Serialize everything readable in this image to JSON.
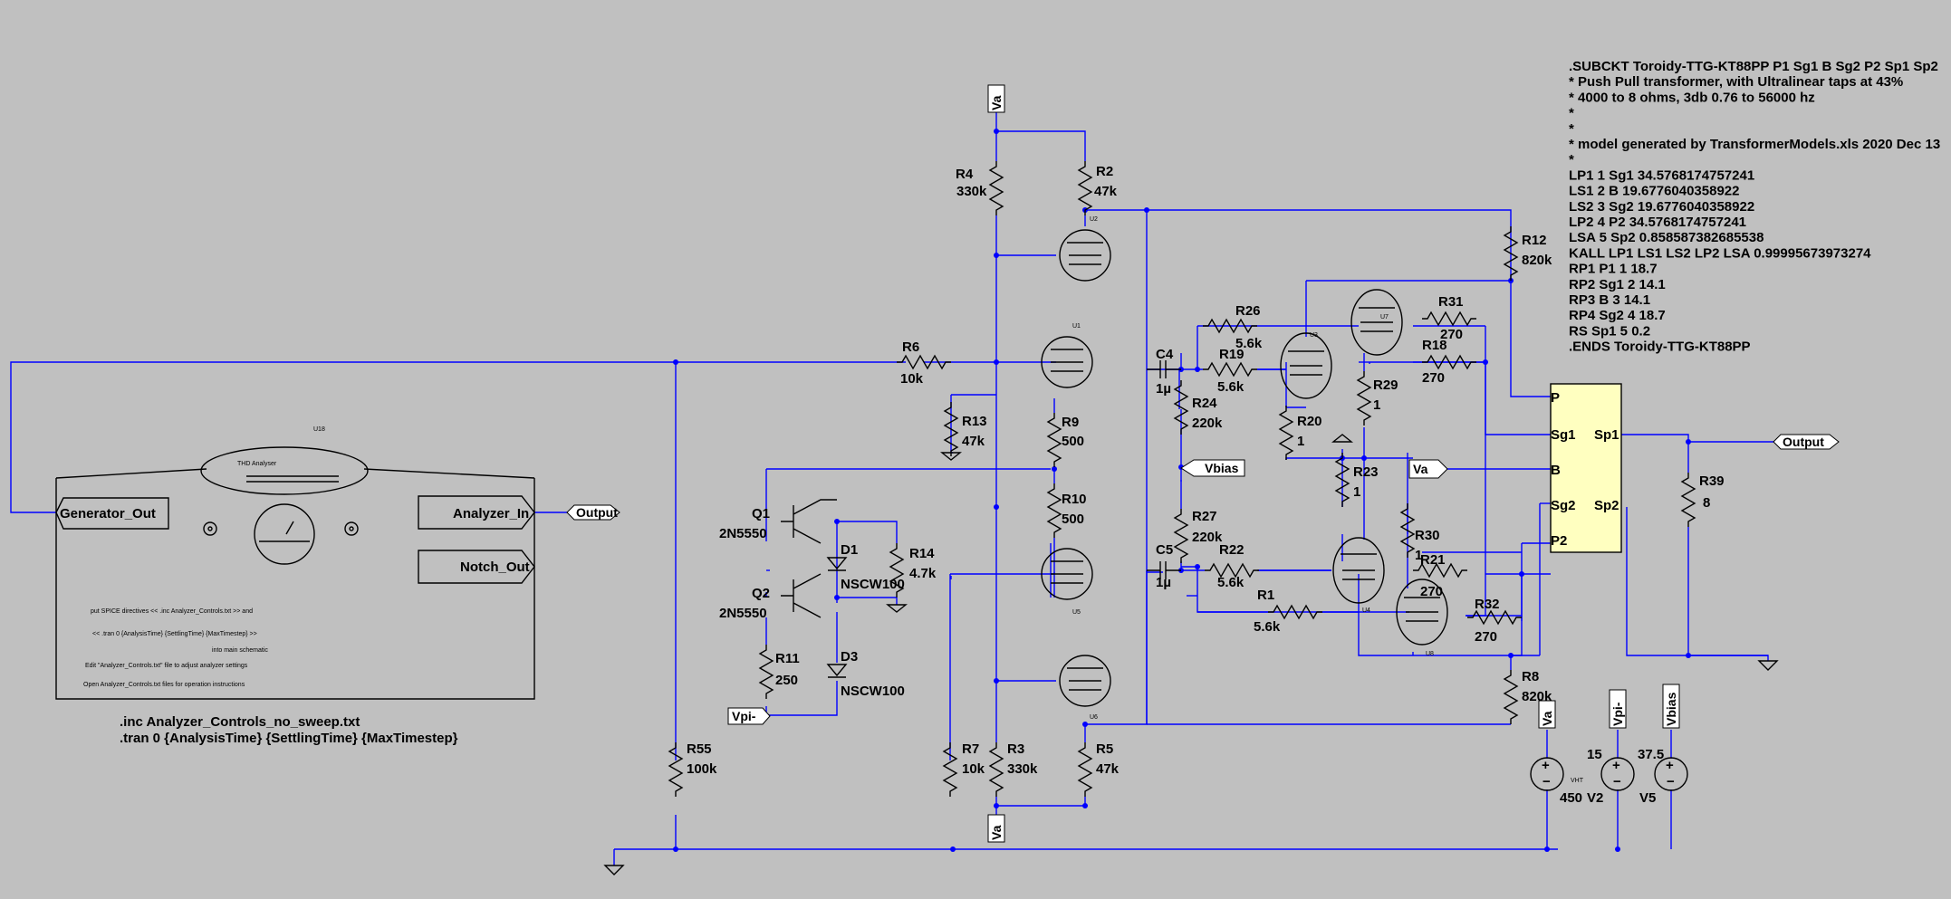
{
  "components": {
    "R4": {
      "name": "R4",
      "value": "330k"
    },
    "R2": {
      "name": "R2",
      "value": "47k"
    },
    "R6": {
      "name": "R6",
      "value": "10k"
    },
    "R13": {
      "name": "R13",
      "value": "47k"
    },
    "R9": {
      "name": "R9",
      "value": "500"
    },
    "R10": {
      "name": "R10",
      "value": "500"
    },
    "R14": {
      "name": "R14",
      "value": "4.7k"
    },
    "R11": {
      "name": "R11",
      "value": "250"
    },
    "R55": {
      "name": "R55",
      "value": "100k"
    },
    "R7": {
      "name": "R7",
      "value": "10k"
    },
    "R3": {
      "name": "R3",
      "value": "330k"
    },
    "R5": {
      "name": "R5",
      "value": "47k"
    },
    "R24": {
      "name": "R24",
      "value": "220k"
    },
    "R27": {
      "name": "R27",
      "value": "220k"
    },
    "R26": {
      "name": "R26",
      "value": "5.6k"
    },
    "R19": {
      "name": "R19",
      "value": "5.6k"
    },
    "R22": {
      "name": "R22",
      "value": "5.6k"
    },
    "R1": {
      "name": "R1",
      "value": "5.6k"
    },
    "R20": {
      "name": "R20",
      "value": "1"
    },
    "R29": {
      "name": "R29",
      "value": "1"
    },
    "R23": {
      "name": "R23",
      "value": "1"
    },
    "R30": {
      "name": "R30",
      "value": "1"
    },
    "R31": {
      "name": "R31",
      "value": "270"
    },
    "R18": {
      "name": "R18",
      "value": "270"
    },
    "R21": {
      "name": "R21",
      "value": "270"
    },
    "R32": {
      "name": "R32",
      "value": "270"
    },
    "R12": {
      "name": "R12",
      "value": "820k"
    },
    "R8": {
      "name": "R8",
      "value": "820k"
    },
    "R39": {
      "name": "R39",
      "value": "8"
    },
    "C4": {
      "name": "C4",
      "value": "1µ"
    },
    "C5": {
      "name": "C5",
      "value": "1µ"
    },
    "Q1": {
      "name": "Q1",
      "value": "2N5550"
    },
    "Q2": {
      "name": "Q2",
      "value": "2N5550"
    },
    "D1": {
      "name": "D1",
      "value": "NSCW100"
    },
    "D3": {
      "name": "D3",
      "value": "NSCW100"
    },
    "V2": {
      "value": "450",
      "name": "V2"
    },
    "Vpi": {
      "value": "15"
    },
    "V5": {
      "value": "37.5",
      "name": "V5"
    }
  },
  "nets": {
    "va": "Va",
    "vbias": "Vbias",
    "vpi": "Vpi-",
    "output": "Output"
  },
  "analyzer": {
    "tag": "U18",
    "title": "THD Analyser",
    "generator_out": "Generator_Out",
    "analyzer_in": "Analyzer_In",
    "notch_out": "Notch_Out",
    "notes": [
      "put SPICE directives << .inc Analyzer_Controls.txt >> and",
      "<< .tran 0 {AnalysisTime} {SettlingTime} {MaxTimestep} >>",
      "into main schematic",
      "Edit \"Analyzer_Controls.txt\" file to adjust analyzer settings",
      "Open Analyzer_Controls.txt files for operation instructions"
    ]
  },
  "directives": [
    ".inc Analyzer_Controls_no_sweep.txt",
    ".tran 0 {AnalysisTime} {SettlingTime} {MaxTimestep}"
  ],
  "transformer": {
    "pins": {
      "p": "P",
      "sg1": "Sg1",
      "b": "B",
      "sg2": "Sg2",
      "p2": "P2",
      "sp1": "Sp1",
      "sp2": "Sp2"
    }
  },
  "tubes": {
    "u2": "U2",
    "u1": "U1",
    "u5": "U5",
    "u6": "U6",
    "u3": "U3",
    "u7": "U7",
    "u4": "U4",
    "u8": "U8"
  },
  "source_tag": "VHT",
  "subckt_lines": [
    ".SUBCKT Toroidy-TTG-KT88PP P1 Sg1 B Sg2 P2 Sp1 Sp2",
    "* Push Pull transformer, with Ultralinear taps at 43%",
    "* 4000 to 8 ohms, 3db 0.76 to 56000 hz",
    "*",
    "*",
    "*  model generated by TransformerModels.xls 2020 Dec 13",
    "*",
    "LP1 1 Sg1 34.5768174757241",
    "LS1 2 B 19.6776040358922",
    "LS2 3 Sg2 19.6776040358922",
    "LP2 4 P2 34.5768174757241",
    "LSA 5 Sp2 0.858587382685538",
    "KALL LP1 LS1 LS2 LP2 LSA 0.99995673973274",
    "RP1 P1 1 18.7",
    "RP2 Sg1 2 14.1",
    "RP3 B 3 14.1",
    "RP4 Sg2 4 18.7",
    "RS Sp1 5 0.2",
    ".ENDS Toroidy-TTG-KT88PP"
  ],
  "colors": {
    "wire": "#0000ff",
    "background": "#c0c0c0",
    "transformer": "#ffffc0"
  }
}
